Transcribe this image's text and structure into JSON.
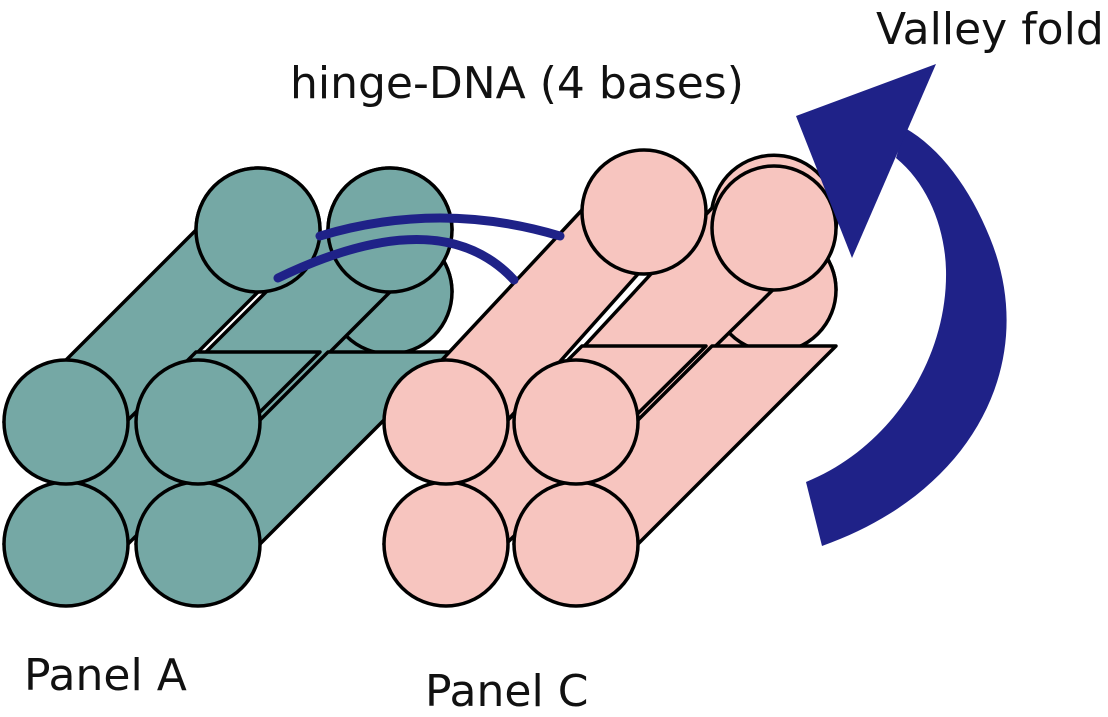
{
  "labels": {
    "valley_fold": "Valley fold",
    "hinge_dna": "hinge-DNA (4 bases)",
    "panel_a": "Panel A",
    "panel_c": "Panel C"
  },
  "colors": {
    "panel_a_fill": "#75a8a5",
    "panel_c_fill": "#f7c5bf",
    "outline": "#000000",
    "hinge_strand": "#1f2288",
    "fold_arrow": "#1f2288"
  }
}
